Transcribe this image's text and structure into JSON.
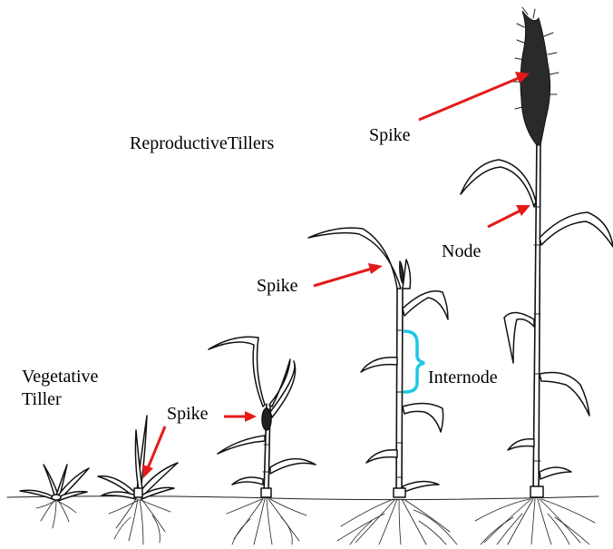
{
  "labels": {
    "reproductive_tillers": "ReproductiveTillers",
    "spike_top": "Spike",
    "node": "Node",
    "spike_mid": "Spike",
    "internode": "Internode",
    "spike_small": "Spike",
    "vegetative_line1": "Vegetative",
    "vegetative_line2": "Tiller"
  },
  "colors": {
    "arrow": "#e41a1a",
    "bracket": "#1ec8e6",
    "ink": "#111111",
    "background": "#ffffff"
  }
}
